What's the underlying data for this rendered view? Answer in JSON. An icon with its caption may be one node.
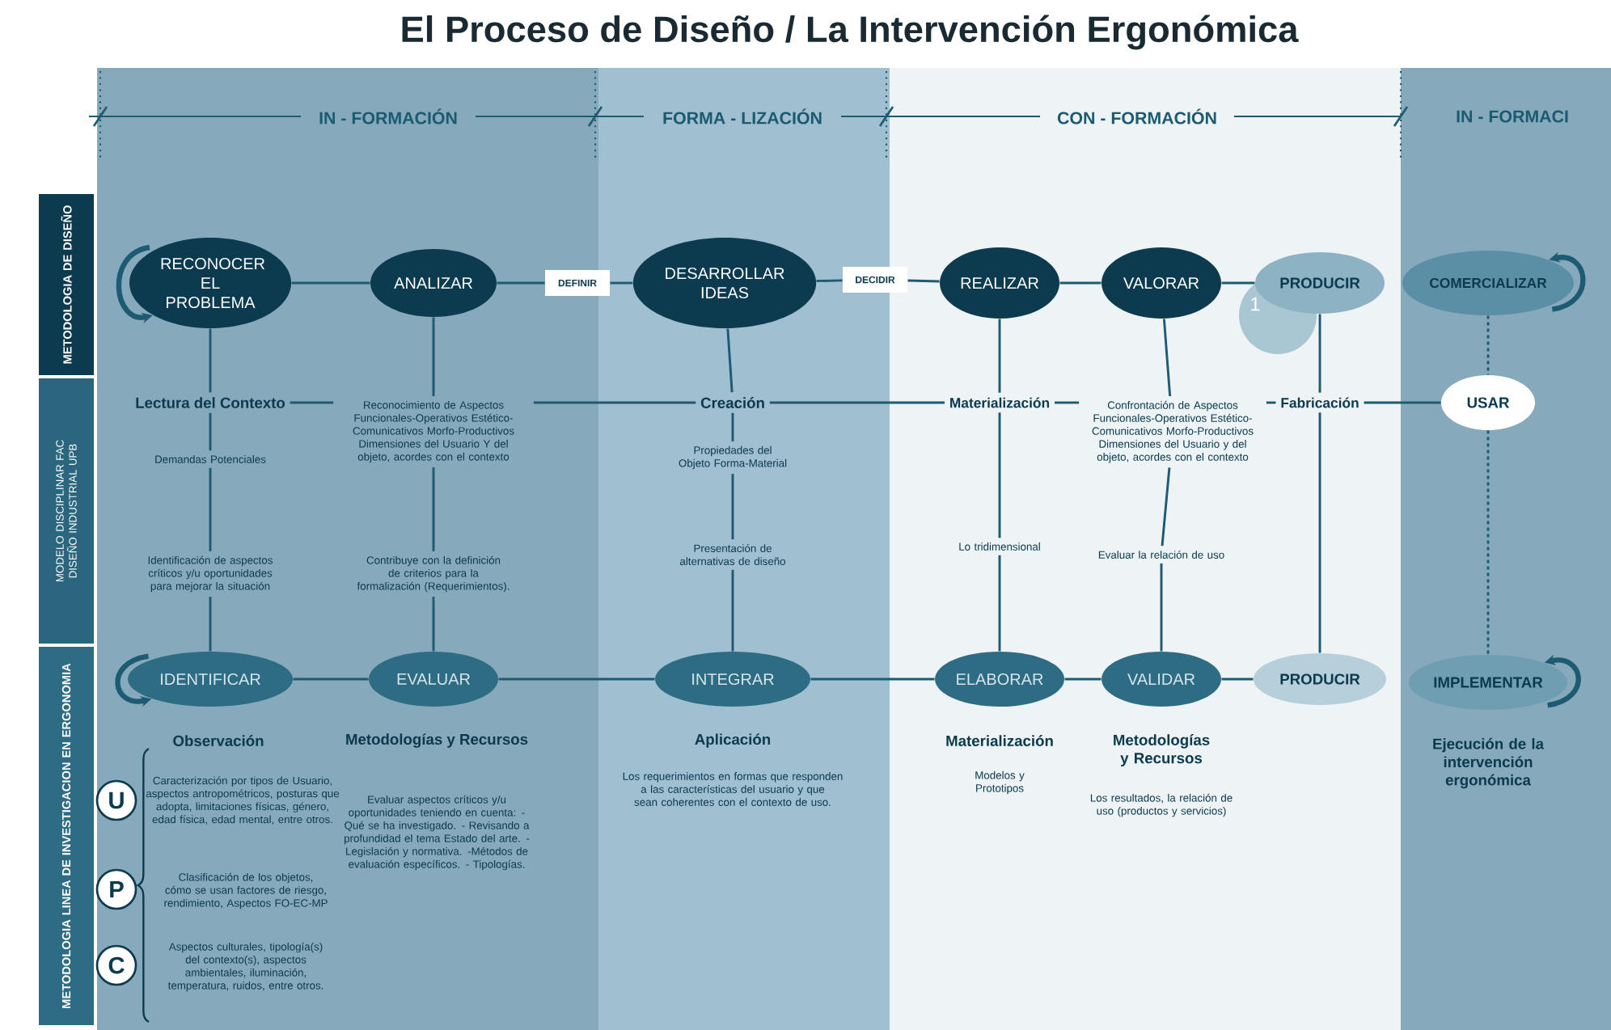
{
  "diagram": {
    "title": "El Proceso de Diseño / La Intervención Ergonómica",
    "nodes": [
      {
        "text": [
          "RECONOCER EL PROBLEMA"
        ]
      },
      {
        "text": [
          "ANALIZAR"
        ]
      },
      {
        "text": [
          "DEFINIR"
        ]
      },
      {
        "text": [
          "DESARROLLAR IDEAS"
        ]
      },
      {
        "text": [
          "DECIDIR"
        ]
      },
      {
        "text": [
          "REALIZAR"
        ]
      },
      {
        "text": [
          "VALORAR"
        ]
      },
      {
        "text": [
          "PRODUCIR"
        ]
      },
      {
        "text": [
          "COMERCIALIZAR"
        ]
      },
      {
        "text": [
          "Lectura del Contexto"
        ]
      },
      {
        "text": [
          "Creación"
        ]
      },
      {
        "text": [
          "Materialización"
        ]
      },
      {
        "text": [
          "Fabricación"
        ]
      },
      {
        "text": [
          "USAR"
        ]
      },
      {
        "text": [
          "IDENTIFICAR"
        ]
      },
      {
        "text": [
          "EVALUAR"
        ]
      },
      {
        "text": [
          "INTEGRAR"
        ]
      },
      {
        "text": [
          "ELABORAR"
        ]
      },
      {
        "text": [
          "VALIDAR"
        ]
      },
      {
        "text": [
          "PRODUCIR"
        ]
      },
      {
        "text": [
          "IMPLEMENTAR"
        ]
      },
      {
        "text": [
          "U"
        ]
      },
      {
        "text": [
          "P"
        ]
      },
      {
        "text": [
          "C"
        ]
      },
      {
        "text": [
          "METODOLOGIA DE DISEÑO"
        ]
      },
      {
        "text": [
          "MODELO DISCIPLINAR FAC DISEÑO INDUSTRIAL UPB"
        ]
      },
      {
        "text": [
          "METODOLOGIA LINEA DE INVESTIGACION EN ERGONOMIA"
        ]
      },
      {
        "text": [
          "Demandas Potenciales"
        ]
      },
      {
        "text": [
          "Identificación de aspectos críticos y/u oportunidades para mejorar la situación"
        ]
      },
      {
        "text": [
          "Reconocimiento de Aspectos Funcionales-Operativos Estético-Comunicativos Morfo-Productivos Dimensiones del Usuario Y del objeto, acordes con el contexto"
        ]
      },
      {
        "text": [
          "Contribuye con la definición de criterios para la formalización (Requerimientos)."
        ]
      },
      {
        "text": [
          "Propiedades del Objeto Forma-Material"
        ]
      },
      {
        "text": [
          "Presentación de alternativas de diseño"
        ]
      },
      {
        "text": [
          "Lo tridimensional"
        ]
      },
      {
        "text": [
          "Confrontación de Aspectos Funcionales-Operativos Estético-Comunicativos Morfo-Productivos Dimensiones del Usuario y del objeto, acordes con el contexto"
        ]
      },
      {
        "text": [
          "Evaluar la relación de uso"
        ]
      }
    ],
    "edges": [
      {
        "from": null,
        "to": 0,
        "arrow": "to",
        "style": "thick"
      },
      {
        "from": 0,
        "to": 1,
        "arrow": "none"
      },
      {
        "from": 1,
        "to": 2,
        "arrow": "none"
      },
      {
        "from": 2,
        "to": 3,
        "arrow": "none"
      },
      {
        "from": 3,
        "to": 4,
        "arrow": "none"
      },
      {
        "from": 4,
        "to": 5,
        "arrow": "none"
      },
      {
        "from": 5,
        "to": 6,
        "arrow": "none"
      },
      {
        "from": 6,
        "to": 7,
        "arrow": "none"
      },
      {
        "from": null,
        "to": 8,
        "arrow": "to",
        "style": "thick"
      },
      {
        "from": 0,
        "to": 9,
        "arrow": "none"
      },
      {
        "from": 9,
        "to": 27,
        "arrow": "none"
      },
      {
        "from": 27,
        "to": 28,
        "arrow": "none"
      },
      {
        "from": 28,
        "to": 14,
        "arrow": "none"
      },
      {
        "from": 1,
        "to": 29,
        "arrow": "none"
      },
      {
        "from": 29,
        "to": 30,
        "arrow": "none"
      },
      {
        "from": 30,
        "to": 15,
        "arrow": "none"
      },
      {
        "from": 3,
        "to": 10,
        "arrow": "none"
      },
      {
        "from": 10,
        "to": 31,
        "arrow": "none"
      },
      {
        "from": 31,
        "to": 32,
        "arrow": "none"
      },
      {
        "from": 32,
        "to": 16,
        "arrow": "none"
      },
      {
        "from": 5,
        "to": 11,
        "arrow": "none"
      },
      {
        "from": 11,
        "to": 33,
        "arrow": "none"
      },
      {
        "from": 33,
        "to": 17,
        "arrow": "none"
      },
      {
        "from": 6,
        "to": 34,
        "arrow": "none"
      },
      {
        "from": 34,
        "to": 35,
        "arrow": "none"
      },
      {
        "from": 35,
        "to": 18,
        "arrow": "none"
      },
      {
        "from": 7,
        "to": 12,
        "arrow": "none"
      },
      {
        "from": 12,
        "to": 19,
        "arrow": "none"
      },
      {
        "from": 8,
        "to": 13,
        "arrow": "none",
        "style": "dashed"
      },
      {
        "from": 13,
        "to": 20,
        "arrow": "none",
        "style": "dashed"
      },
      {
        "from": 9,
        "to": 29,
        "arrow": "none"
      },
      {
        "from": 29,
        "to": 10,
        "arrow": "none"
      },
      {
        "from": 10,
        "to": 11,
        "arrow": "none"
      },
      {
        "from": 11,
        "to": 34,
        "arrow": "none"
      },
      {
        "from": 34,
        "to": 12,
        "arrow": "none"
      },
      {
        "from": 12,
        "to": 13,
        "arrow": "none"
      },
      {
        "from": null,
        "to": 14,
        "arrow": "to",
        "style": "thick"
      },
      {
        "from": 14,
        "to": 15,
        "arrow": "none"
      },
      {
        "from": 15,
        "to": 16,
        "arrow": "none"
      },
      {
        "from": 16,
        "to": 17,
        "arrow": "none"
      },
      {
        "from": 17,
        "to": 18,
        "arrow": "none"
      },
      {
        "from": 18,
        "to": 19,
        "arrow": "none"
      },
      {
        "from": null,
        "to": 20,
        "arrow": "to",
        "style": "thick"
      }
    ],
    "labels": [
      "IN - FORMACIÓN",
      "FORMA - LIZACIÓN",
      "CON - FORMACIÓN",
      "IN - FORMACI",
      "1",
      "Observación",
      "Metodologías y Recursos",
      "Aplicación",
      "Materialización",
      "Metodologías y Recursos",
      "Ejecución de la intervención ergonómica",
      "Los requerimientos en formas que responden a las características del usuario y que sean coherentes con el contexto de uso.",
      "Modelos y Prototipos",
      "Los resultados, la relación de uso (productos y servicios)",
      "Caracterización por tipos de Usuario, aspectos antropométricos, posturas que adopta, limitaciones físicas, género, edad física, edad mental, entre otros.",
      "Evaluar aspectos críticos y/u oportunidades teniendo en cuenta: -Qué se ha investigado. - Revisando a profundidad el tema Estado del arte. - Legislación y normativa. -Métodos de evaluación específicos. - Tipologías.",
      "Clasificación de los objetos, cómo se usan factores de riesgo, rendimiento, Aspectos FO-EC-MP",
      "Aspectos culturales, tipología(s) del contexto(s), aspectos ambientales, iluminación, temperatura, ruidos, entre otros."
    ]
  }
}
